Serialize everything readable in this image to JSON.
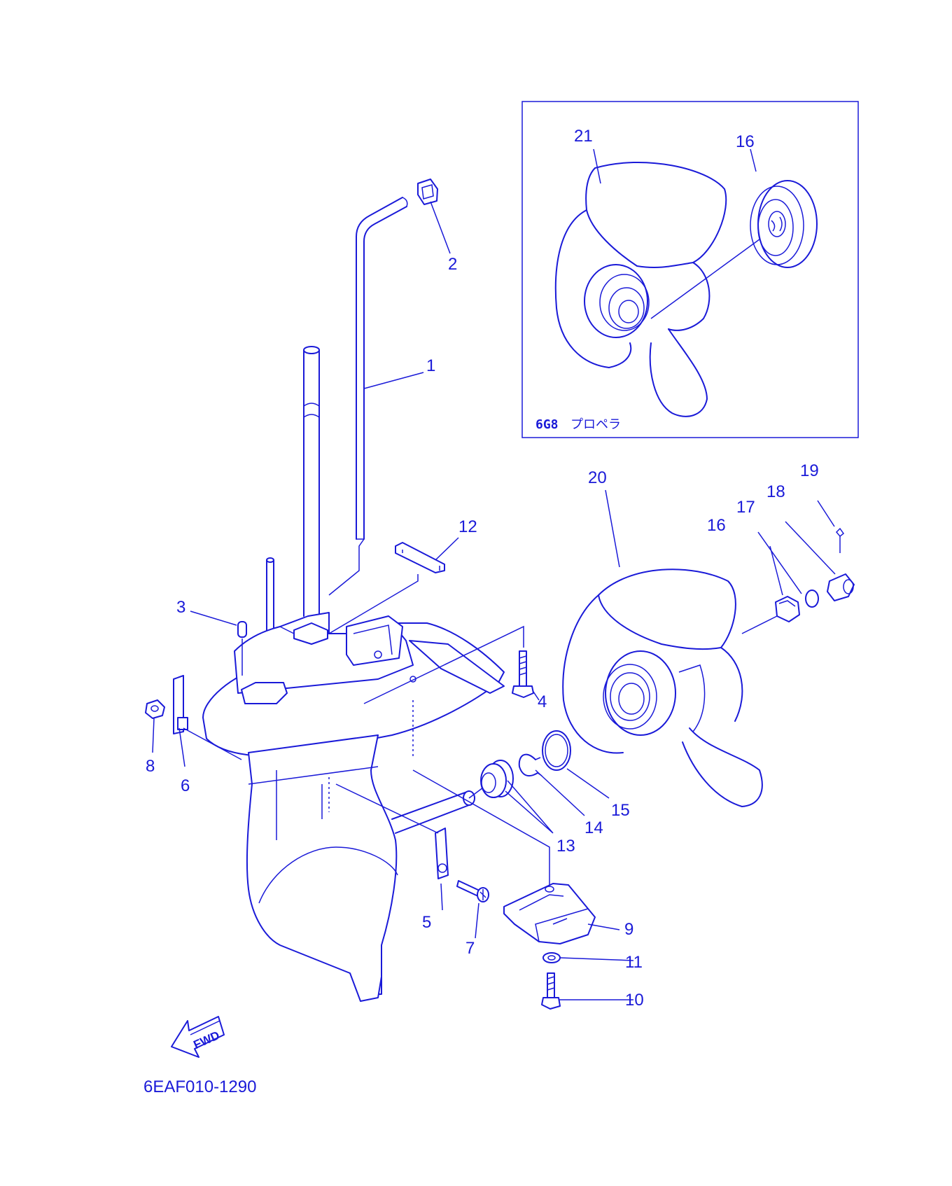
{
  "diagram": {
    "code": "6EAF010-1290",
    "fwd_label": "FWD",
    "inset": {
      "model": "6G8",
      "title": "プロペラ"
    },
    "callouts": [
      "1",
      "2",
      "3",
      "4",
      "5",
      "6",
      "7",
      "8",
      "9",
      "10",
      "11",
      "12",
      "13",
      "14",
      "15",
      "16",
      "17",
      "18",
      "19",
      "20",
      "21",
      "16"
    ]
  },
  "colors": {
    "line": "#1a1ad8",
    "background": "#ffffff"
  }
}
